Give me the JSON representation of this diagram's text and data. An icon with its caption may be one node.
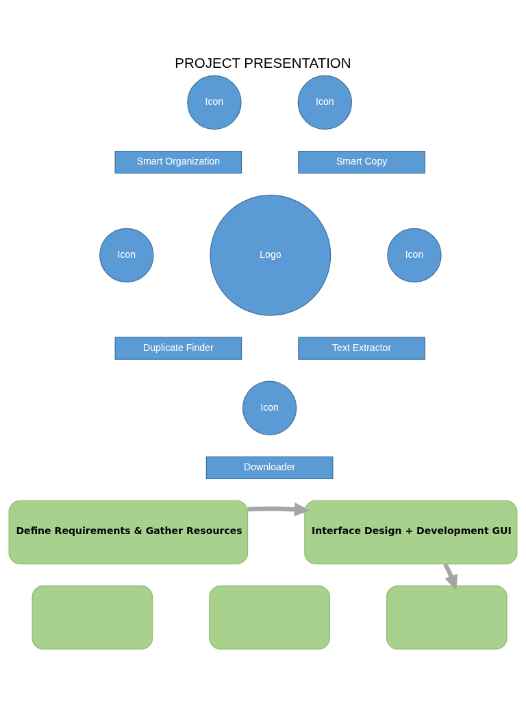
{
  "diagram": {
    "title": "PROJECT PRESENTATION",
    "nodes": [
      {
        "text": [
          "Icon"
        ]
      },
      {
        "text": [
          "Smart Organization"
        ]
      },
      {
        "text": [
          "Icon"
        ]
      },
      {
        "text": [
          "Smart Copy"
        ]
      },
      {
        "text": [
          "Logo"
        ]
      },
      {
        "text": [
          "Icon"
        ]
      },
      {
        "text": [
          "Duplicate Finder"
        ]
      },
      {
        "text": [
          "Icon"
        ]
      },
      {
        "text": [
          "Text Extractor"
        ]
      },
      {
        "text": [
          "Icon"
        ]
      },
      {
        "text": [
          "Downloader"
        ]
      },
      {
        "text": [
          "Define Requirements & Gather Resources"
        ]
      },
      {
        "text": [
          "Interface Design + Development GUI"
        ]
      },
      {
        "text": [],
        "shape": "box"
      },
      {
        "text": [],
        "shape": "box"
      },
      {
        "text": [],
        "shape": "box"
      }
    ],
    "edges": [
      {
        "from": 11,
        "to": 12,
        "arrow": "to"
      },
      {
        "from": 12,
        "to": 15,
        "arrow": "to"
      }
    ]
  }
}
